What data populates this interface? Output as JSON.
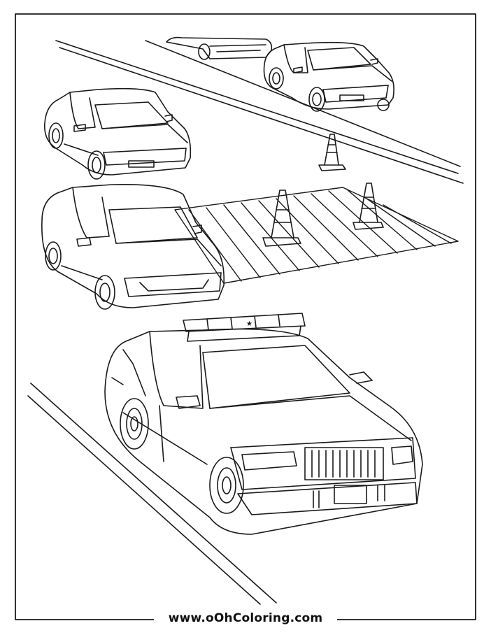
{
  "footer": {
    "url": "www.oOhColoring.com"
  },
  "illustration": {
    "subject": "police-cars-on-road-coloring-page",
    "line_color": "#1a1a1a",
    "background": "#ffffff",
    "cars": [
      "police-car-far-left",
      "police-car-far-right",
      "police-car-top-left",
      "sedan-middle",
      "police-car-foreground"
    ],
    "traffic_cones": 3
  }
}
